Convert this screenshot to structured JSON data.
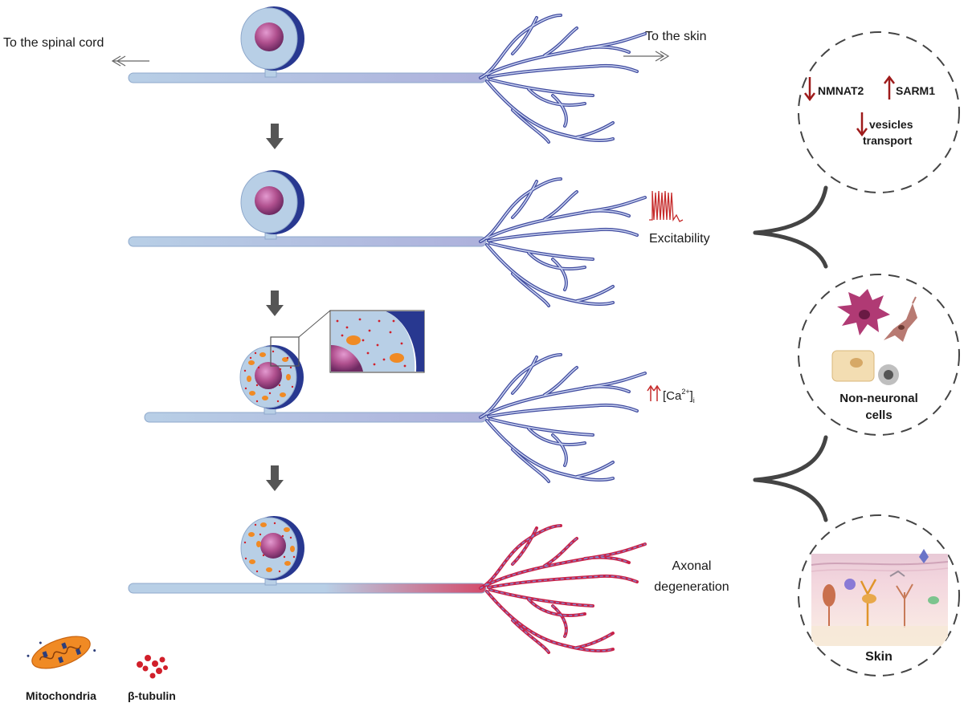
{
  "labels": {
    "to_spinal_cord": "To the spinal cord",
    "to_skin": "To the skin",
    "excitability": "Excitability",
    "ca_prefix": "[Ca",
    "ca_sup": "2+",
    "ca_close": "]",
    "ca_sub": "i",
    "axonal_line1": "Axonal",
    "axonal_line2": "degeneration",
    "nmnat2": "NMNAT2",
    "sarm1": "SARM1",
    "vesicles_line1": "vesicles",
    "vesicles_line2": "transport",
    "non_neuronal_line1": "Non-neuronal",
    "non_neuronal_line2": "cells",
    "skin": "Skin",
    "mitochondria": "Mitochondria",
    "beta_tubulin": "β-tubulin"
  },
  "colors": {
    "axon_blue": "#b8cfe6",
    "axon_outline": "#8fa9cc",
    "nerve_ending_blue": "#3f4a9e",
    "degeneration_red": "#c8234a",
    "soma_dark": "#283890",
    "nucleus": "#b0508e",
    "mitochondria_orange": "#f08a24",
    "tubulin_red": "#d11f2a",
    "arrow_gray": "#555555",
    "regulation_arrow_red": "#9e1b1b",
    "dashed_circle": "#444444"
  },
  "icons": {
    "stage_arrow": "down-arrow-icon",
    "spike_train": "action-potential-icon",
    "ca_up": "double-up-arrow-icon",
    "down_regulation": "down-arrow-icon",
    "up_regulation": "up-arrow-icon"
  }
}
